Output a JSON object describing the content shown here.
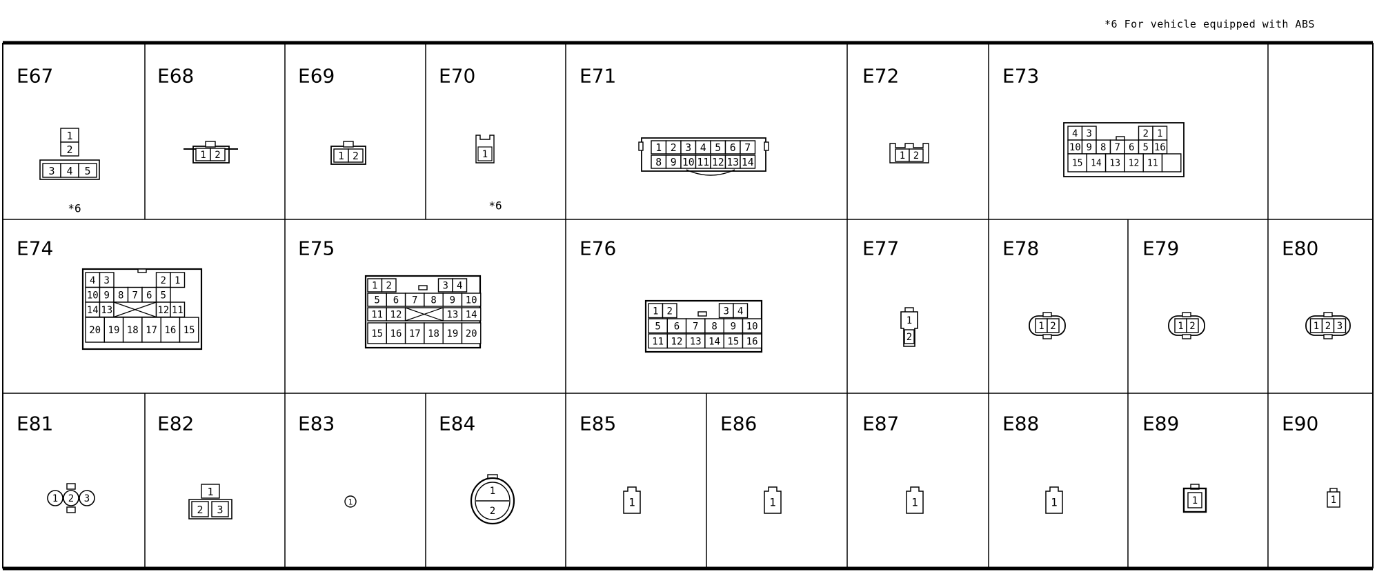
{
  "footnote": "*6 For vehicle equipped with ABS",
  "note_mark": "*6",
  "connectors": [
    {
      "id": "E67",
      "pins": [
        "1",
        "2",
        "3",
        "4",
        "5"
      ],
      "note": "*6"
    },
    {
      "id": "E68",
      "pins": [
        "1",
        "2"
      ]
    },
    {
      "id": "E69",
      "pins": [
        "1",
        "2"
      ]
    },
    {
      "id": "E70",
      "pins": [
        "1"
      ],
      "note": "*6"
    },
    {
      "id": "E71",
      "pins": [
        "1",
        "2",
        "3",
        "4",
        "5",
        "6",
        "7",
        "8",
        "9",
        "10",
        "11",
        "12",
        "13",
        "14"
      ]
    },
    {
      "id": "E72",
      "pins": [
        "1",
        "2"
      ]
    },
    {
      "id": "E73",
      "pins": [
        "4",
        "3",
        "2",
        "1",
        "10",
        "9",
        "8",
        "7",
        "6",
        "5",
        "16",
        "15",
        "14",
        "13",
        "12",
        "11"
      ]
    },
    {
      "id": "E74",
      "pins": [
        "4",
        "3",
        "2",
        "1",
        "10",
        "9",
        "8",
        "7",
        "6",
        "5",
        "14",
        "13",
        "12",
        "11",
        "20",
        "19",
        "18",
        "17",
        "16",
        "15"
      ]
    },
    {
      "id": "E75",
      "pins": [
        "1",
        "2",
        "3",
        "4",
        "5",
        "6",
        "7",
        "8",
        "9",
        "10",
        "11",
        "12",
        "13",
        "14",
        "15",
        "16",
        "17",
        "18",
        "19",
        "20"
      ]
    },
    {
      "id": "E76",
      "pins": [
        "1",
        "2",
        "3",
        "4",
        "5",
        "6",
        "7",
        "8",
        "9",
        "10",
        "11",
        "12",
        "13",
        "14",
        "15",
        "16"
      ]
    },
    {
      "id": "E77",
      "pins": [
        "1",
        "2"
      ]
    },
    {
      "id": "E78",
      "pins": [
        "1",
        "2"
      ]
    },
    {
      "id": "E79",
      "pins": [
        "1",
        "2"
      ]
    },
    {
      "id": "E80",
      "pins": [
        "1",
        "2",
        "3"
      ]
    },
    {
      "id": "E81",
      "pins": [
        "1",
        "2",
        "3"
      ]
    },
    {
      "id": "E82",
      "pins": [
        "1",
        "2",
        "3"
      ]
    },
    {
      "id": "E83",
      "pins": [
        "1"
      ]
    },
    {
      "id": "E84",
      "pins": [
        "1",
        "2"
      ]
    },
    {
      "id": "E85",
      "pins": [
        "1"
      ]
    },
    {
      "id": "E86",
      "pins": [
        "1"
      ]
    },
    {
      "id": "E87",
      "pins": [
        "1"
      ]
    },
    {
      "id": "E88",
      "pins": [
        "1"
      ]
    },
    {
      "id": "E89",
      "pins": [
        "1"
      ]
    },
    {
      "id": "E90",
      "pins": [
        "1"
      ]
    }
  ]
}
